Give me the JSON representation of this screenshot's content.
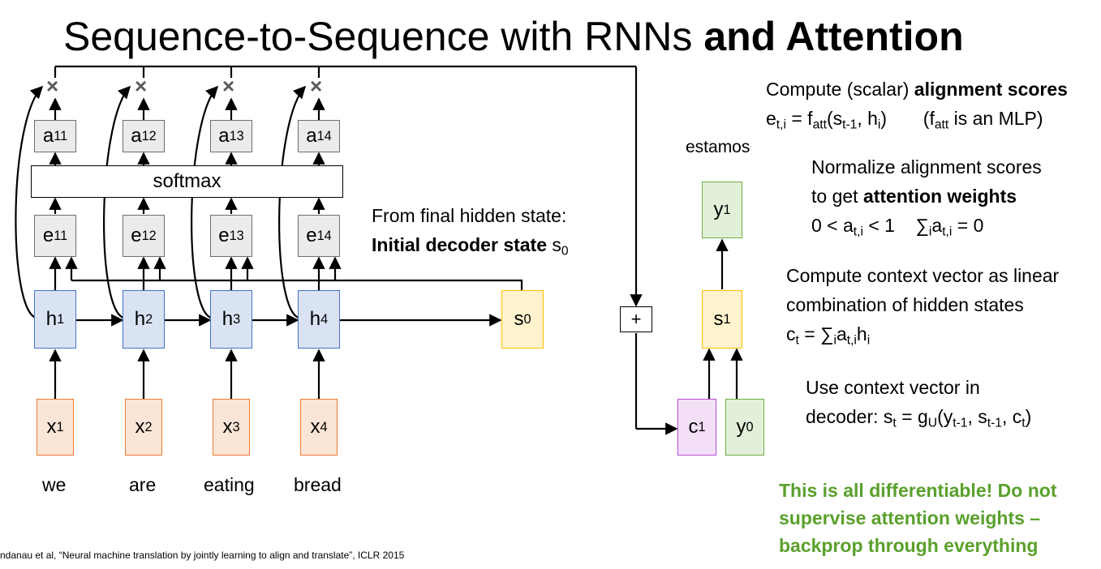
{
  "title": {
    "plain": "Sequence-to-Sequence with RNNs ",
    "bold": "and Attention"
  },
  "encoder": {
    "hidden": [
      "h",
      "h",
      "h",
      "h"
    ],
    "hidden_sub": [
      "1",
      "2",
      "3",
      "4"
    ],
    "inputs": [
      "x",
      "x",
      "x",
      "x"
    ],
    "inputs_sub": [
      "1",
      "2",
      "3",
      "4"
    ],
    "words": [
      "we",
      "are",
      "eating",
      "bread"
    ],
    "scores": [
      "e",
      "e",
      "e",
      "e"
    ],
    "scores_sub": [
      "11",
      "12",
      "13",
      "14"
    ],
    "weights": [
      "a",
      "a",
      "a",
      "a"
    ],
    "weights_sub": [
      "11",
      "12",
      "13",
      "14"
    ],
    "softmax": "softmax",
    "multiply_symbol": "×"
  },
  "decoder": {
    "s0": "s",
    "s0_sub": "0",
    "s1": "s",
    "s1_sub": "1",
    "y1": "y",
    "y1_sub": "1",
    "y0": "y",
    "y0_sub": "0",
    "c1": "c",
    "c1_sub": "1",
    "plus": "+",
    "output_word": "estamos"
  },
  "initial_state_note": {
    "line1": "From final hidden state:",
    "line2_bold": "Initial decoder state",
    "line2_rest": " s",
    "line2_sub": "0"
  },
  "notes": {
    "alignment": {
      "line1_plain": "Compute (scalar) ",
      "line1_bold": "alignment scores"
    },
    "normalize": {
      "line1": "Normalize alignment scores",
      "line2_plain": "to get ",
      "line2_bold": "attention weights"
    },
    "context": {
      "line1": "Compute context vector as linear",
      "line2": "combination of hidden states"
    },
    "use_context": {
      "line1": "Use context vector in",
      "line2_plain": "decoder: "
    }
  },
  "green_note": [
    "This is all differentiable! Do not",
    "supervise attention weights –",
    "backprop through everything"
  ],
  "citation": "ndanau et al, “Neural machine translation by jointly learning to align and translate”, ICLR 2015",
  "colors": {
    "hidden": "#4472c4",
    "input": "#ed7d31",
    "decoder_state": "#ffc000",
    "output": "#70ad47",
    "context": "#b34fd6",
    "note_green": "#5aa02c"
  }
}
